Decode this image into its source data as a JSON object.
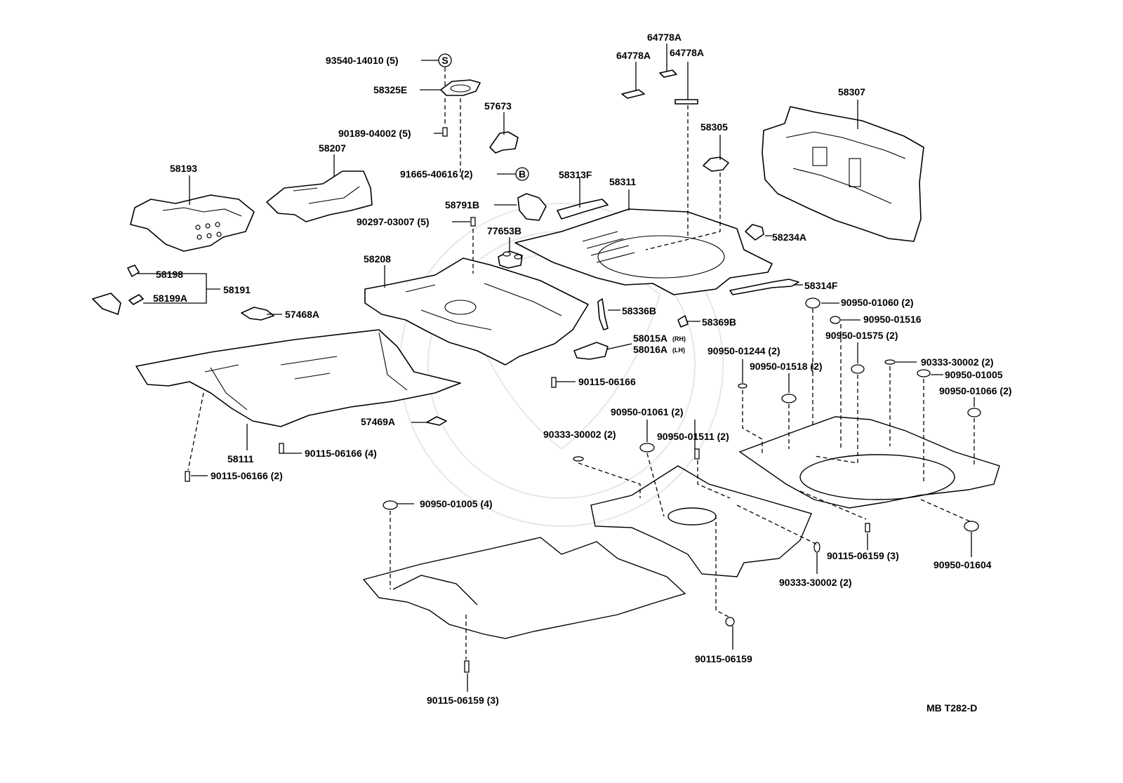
{
  "diagram_code": "MB T282-D",
  "circle_marks": {
    "s": "S",
    "b": "B"
  },
  "labels": {
    "p93540": "93540-14010 (5)",
    "p58325E": "58325E",
    "p90189": "90189-04002 (5)",
    "p57673": "57673",
    "p91665": "91665-40616 (2)",
    "p58207": "58207",
    "p58193": "58193",
    "p58791B": "58791B",
    "p90297": "90297-03007 (5)",
    "p77653B": "77653B",
    "p58313F": "58313F",
    "p58311": "58311",
    "p64778A_a": "64778A",
    "p64778A_b": "64778A",
    "p64778A_c": "64778A",
    "p58305": "58305",
    "p58307": "58307",
    "p58234A": "58234A",
    "p58208": "58208",
    "p58198": "58198",
    "p58199A": "58199A",
    "p58191": "58191",
    "p57468A": "57468A",
    "p58336B": "58336B",
    "p58369B": "58369B",
    "p58314F": "58314F",
    "p58015A": "58015A",
    "p58015A_suffix": "(RH)",
    "p58016A": "58016A",
    "p58016A_suffix": "(LH)",
    "p90115_06166_a": "90115-06166",
    "p57469A": "57469A",
    "p58111": "58111",
    "p90115_06166_4": "90115-06166 (4)",
    "p90115_06166_2": "90115-06166 (2)",
    "p90950_01060": "90950-01060 (2)",
    "p90950_01516": "90950-01516",
    "p90950_01575": "90950-01575 (2)",
    "p90950_01244": "90950-01244 (2)",
    "p90950_01518": "90950-01518 (2)",
    "p90333_30002_a": "90333-30002 (2)",
    "p90950_01005_a": "90950-01005",
    "p90950_01066": "90950-01066 (2)",
    "p90950_01061": "90950-01061 (2)",
    "p90333_30002_b": "90333-30002 (2)",
    "p90950_01511": "90950-01511 (2)",
    "p90950_01005_4": "90950-01005 (4)",
    "p90115_06159_3a": "90115-06159 (3)",
    "p90950_01604": "90950-01604",
    "p90333_30002_c": "90333-30002 (2)",
    "p90115_06159": "90115-06159",
    "p90115_06159_3b": "90115-06159 (3)"
  }
}
